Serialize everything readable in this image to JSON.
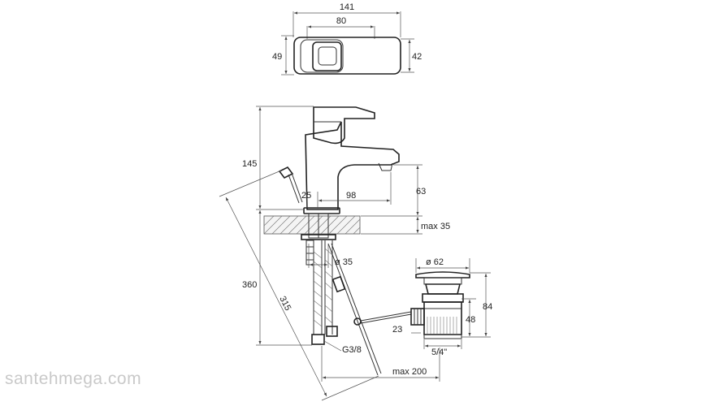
{
  "dimensions": {
    "top_width_total": "141",
    "top_width_inner": "80",
    "top_height_left": "49",
    "top_height_right": "42",
    "height_145": "145",
    "height_360": "360",
    "diag_315": "315",
    "offset_25": "25",
    "reach_98": "98",
    "spout_63": "63",
    "max_35": "max 35",
    "dia_35": "ø 35",
    "dia_62": "ø 62",
    "drain_84": "84",
    "drain_48": "48",
    "rod_23": "23",
    "thread_54": "5/4\"",
    "g38": "G3/8",
    "max_200": "max 200"
  },
  "watermark": "santehmega.com"
}
